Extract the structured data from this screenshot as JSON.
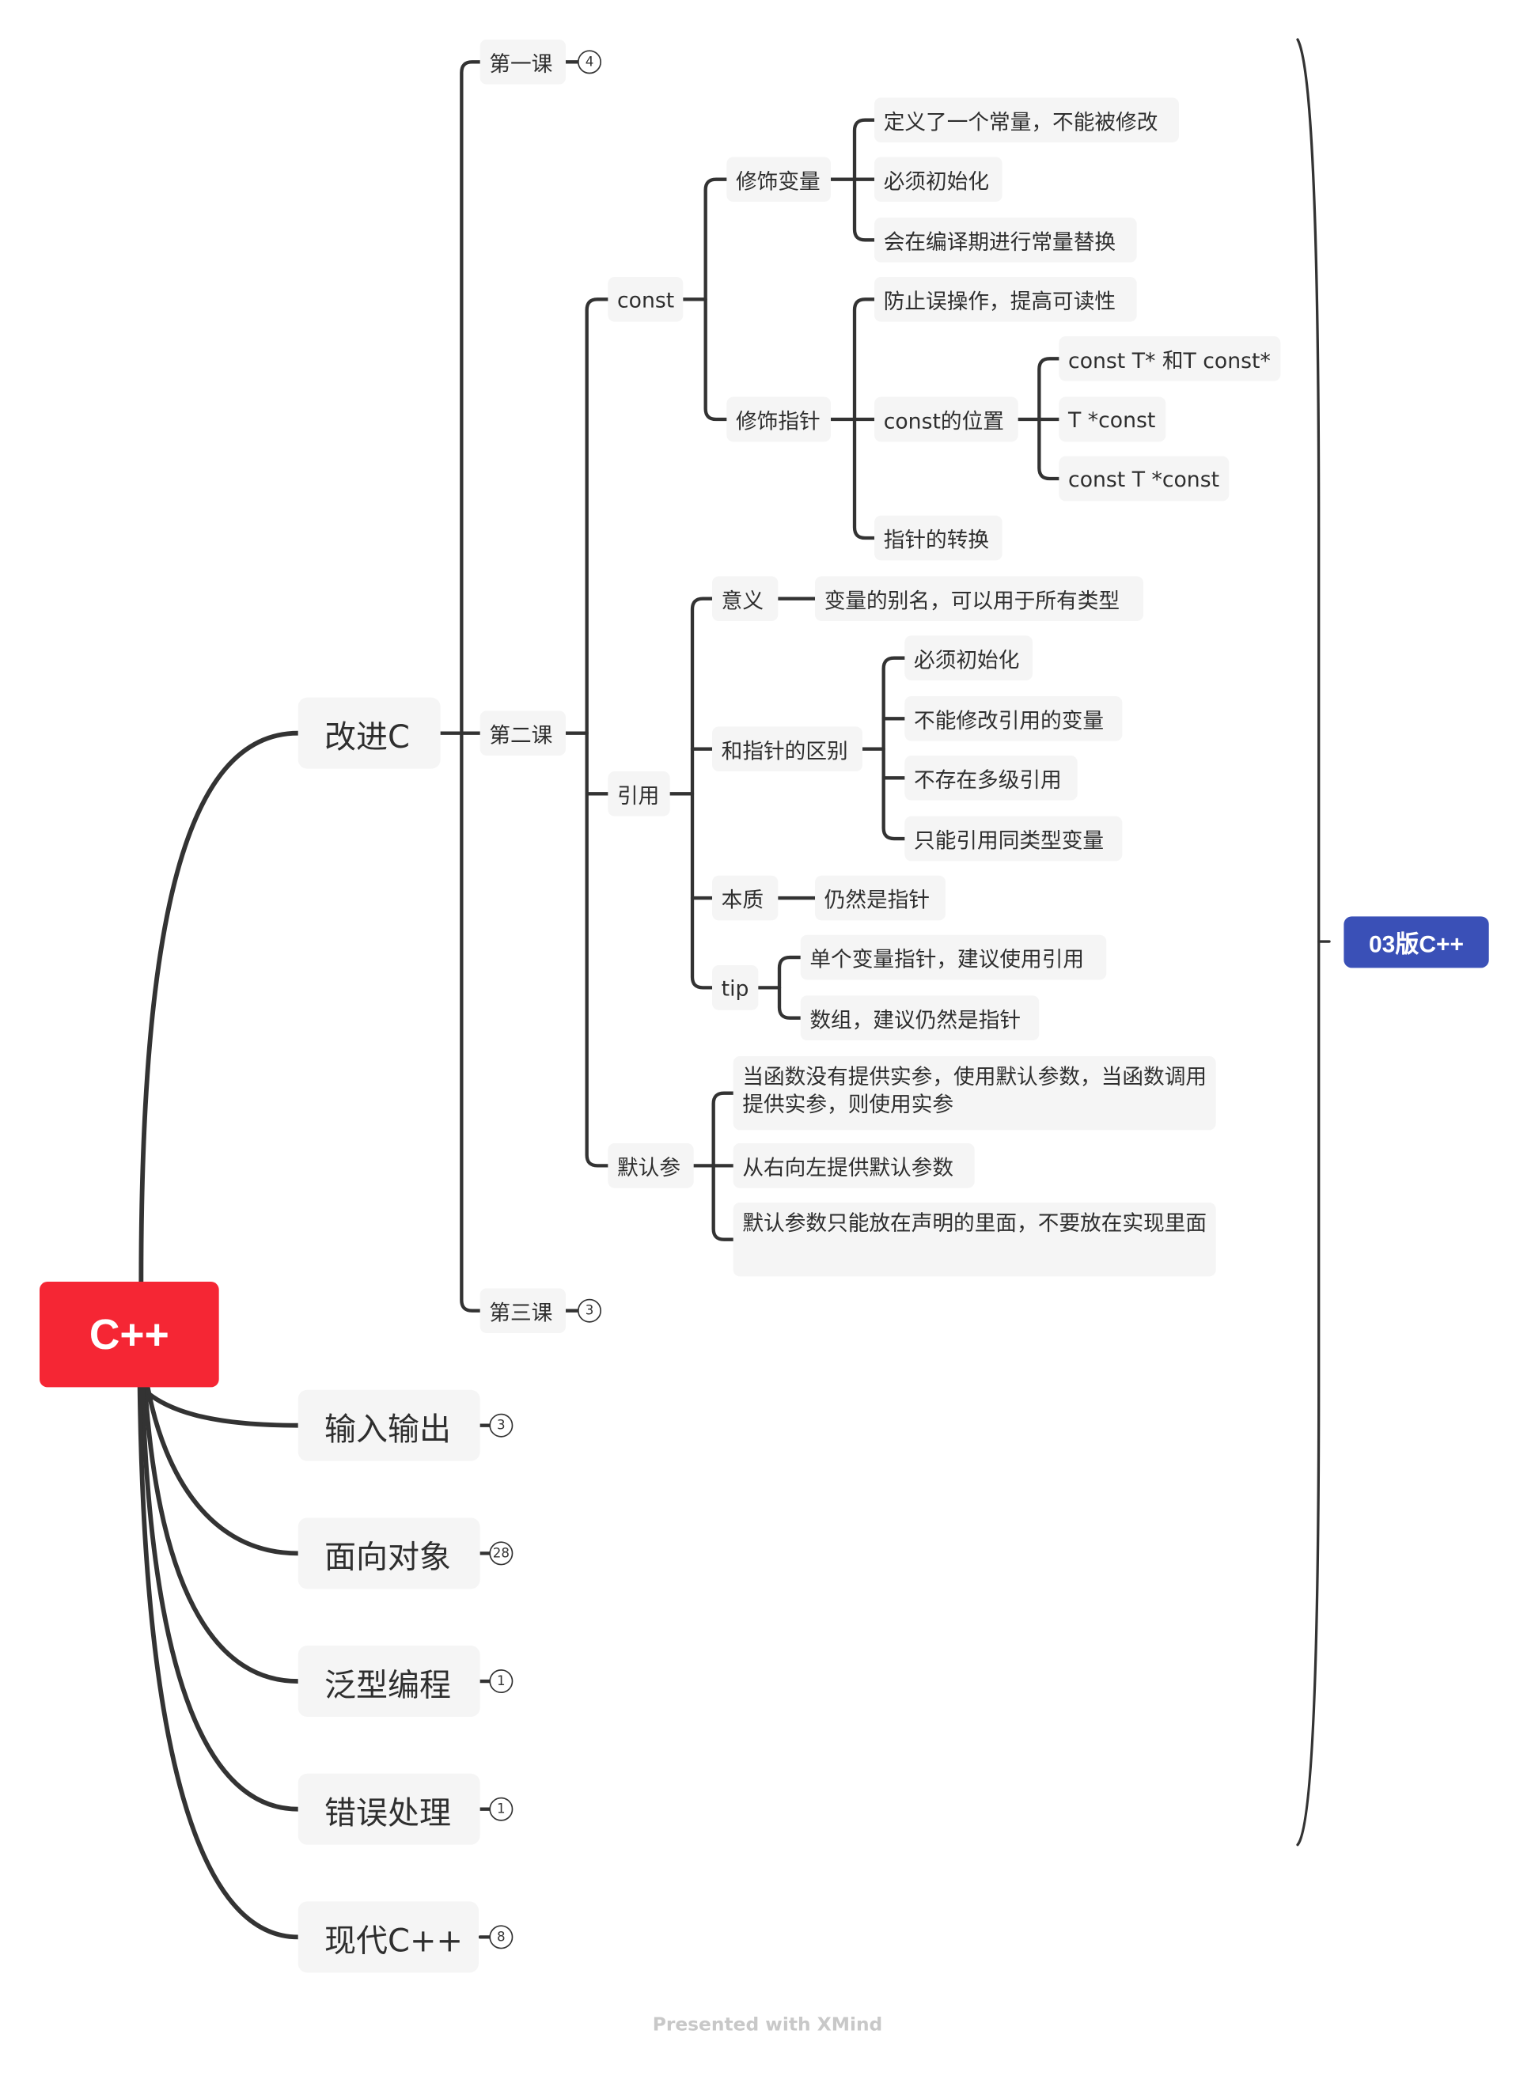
{
  "root": {
    "label": "C++"
  },
  "summary": {
    "label": "03版C++"
  },
  "topics": {
    "improve_c": "改进C",
    "io": "输入输出",
    "oop": "面向对象",
    "generic": "泛型编程",
    "error": "错误处理",
    "modern": "现代C++"
  },
  "badges": {
    "lesson1": "4",
    "lesson3": "3",
    "io": "3",
    "oop": "28",
    "generic": "1",
    "error": "1",
    "modern": "8"
  },
  "lessons": {
    "lesson1": "第一课",
    "lesson2": "第二课",
    "lesson3": "第三课"
  },
  "const": {
    "label": "const",
    "modify_var": {
      "label": "修饰变量",
      "items": [
        "定义了一个常量，不能被修改",
        "必须初始化",
        "会在编译期进行常量替换"
      ]
    },
    "modify_ptr": {
      "label": "修饰指针",
      "prevent": "防止误操作，提高可读性",
      "position": {
        "label": "const的位置",
        "items": [
          "const T* 和T const*",
          "T *const",
          "const T *const"
        ]
      },
      "conversion": "指针的转换"
    }
  },
  "reference": {
    "label": "引用",
    "meaning": {
      "label": "意义",
      "value": "变量的别名，可以用于所有类型"
    },
    "diff": {
      "label": "和指针的区别",
      "items": [
        "必须初始化",
        "不能修改引用的变量",
        "不存在多级引用",
        "只能引用同类型变量"
      ]
    },
    "essence": {
      "label": "本质",
      "value": "仍然是指针"
    },
    "tip": {
      "label": "tip",
      "items": [
        "单个变量指针，建议使用引用",
        "数组，建议仍然是指针"
      ]
    }
  },
  "default_args": {
    "label": "默认参",
    "items": [
      "当函数没有提供实参，使用默认参数，当函数调用提供实参，则使用实参",
      "从右向左提供默认参数",
      "默认参数只能放在声明的里面，不要放在实现里面"
    ]
  },
  "footer": "Presented with XMind"
}
